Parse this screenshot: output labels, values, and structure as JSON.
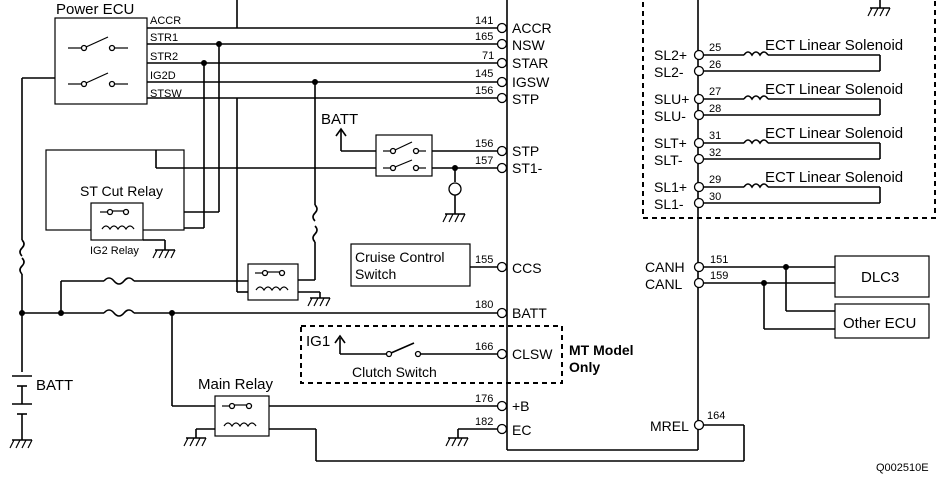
{
  "components": {
    "power_ecu": "Power ECU",
    "st_cut_relay": "ST Cut Relay",
    "ig2_relay": "IG2 Relay",
    "batt_switch": "BATT",
    "batt_main": "BATT",
    "main_relay": "Main Relay",
    "cruise_line1": "Cruise Control",
    "cruise_line2": "Switch",
    "ig1": "IG1",
    "clutch_switch": "Clutch Switch",
    "mt_line1": "MT Model",
    "mt_line2": "Only",
    "dlc3": "DLC3",
    "other_ecu": "Other ECU"
  },
  "power_ecu_terminals": [
    "ACCR",
    "STR1",
    "STR2",
    "IG2D",
    "STSW"
  ],
  "ecu_left_pins": [
    {
      "num": "141",
      "name": "ACCR"
    },
    {
      "num": "165",
      "name": "NSW"
    },
    {
      "num": "71",
      "name": "STAR"
    },
    {
      "num": "145",
      "name": "IGSW"
    },
    {
      "num": "156",
      "name": "STP"
    },
    {
      "num": "156",
      "name": "STP"
    },
    {
      "num": "157",
      "name": "ST1-"
    },
    {
      "num": "155",
      "name": "CCS"
    },
    {
      "num": "180",
      "name": "BATT"
    },
    {
      "num": "166",
      "name": "CLSW"
    },
    {
      "num": "176",
      "name": "+B"
    },
    {
      "num": "182",
      "name": "EC"
    }
  ],
  "solenoids": [
    {
      "pos": "SL2+",
      "neg": "SL2-",
      "pin_pos": "25",
      "pin_neg": "26",
      "label": "ECT Linear Solenoid"
    },
    {
      "pos": "SLU+",
      "neg": "SLU-",
      "pin_pos": "27",
      "pin_neg": "28",
      "label": "ECT Linear Solenoid"
    },
    {
      "pos": "SLT+",
      "neg": "SLT-",
      "pin_pos": "31",
      "pin_neg": "32",
      "label": "ECT Linear Solenoid"
    },
    {
      "pos": "SL1+",
      "neg": "SL1-",
      "pin_pos": "29",
      "pin_neg": "30",
      "label": "ECT Linear Solenoid"
    }
  ],
  "ecu_right_pins": [
    {
      "num": "151",
      "name": "CANH"
    },
    {
      "num": "159",
      "name": "CANL"
    },
    {
      "num": "164",
      "name": "MREL"
    }
  ],
  "figure_code": "Q002510E"
}
